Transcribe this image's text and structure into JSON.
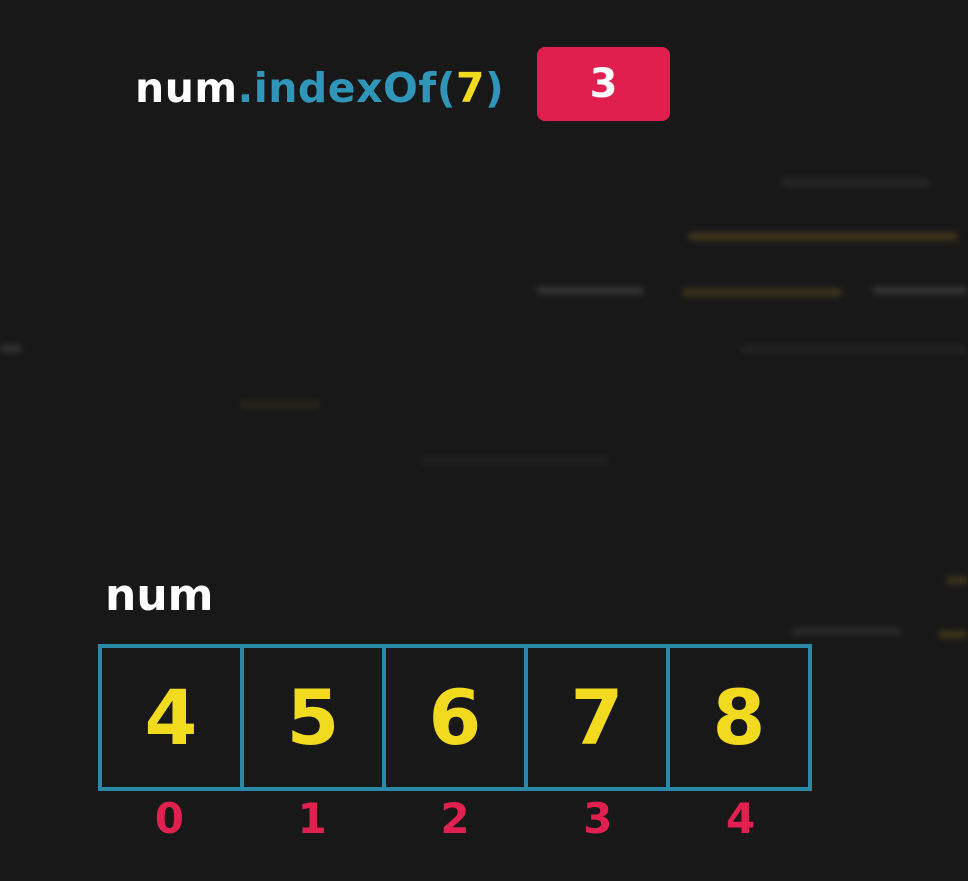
{
  "expression": {
    "object": "num",
    "dot": ".",
    "method": "indexOf(",
    "argument": "7",
    "close": ")"
  },
  "result": "3",
  "array": {
    "name": "num",
    "values": [
      "4",
      "5",
      "6",
      "7",
      "8"
    ],
    "indices": [
      "0",
      "1",
      "2",
      "3",
      "4"
    ]
  },
  "colors": {
    "background": "#181818",
    "object_text": "#ffffff",
    "method_text": "#2f95b9",
    "argument_text": "#f2da1e",
    "result_badge": "#e01f4f",
    "cell_border": "#2a88a8",
    "cell_value": "#f2da1e",
    "index_text": "#e0204e"
  }
}
